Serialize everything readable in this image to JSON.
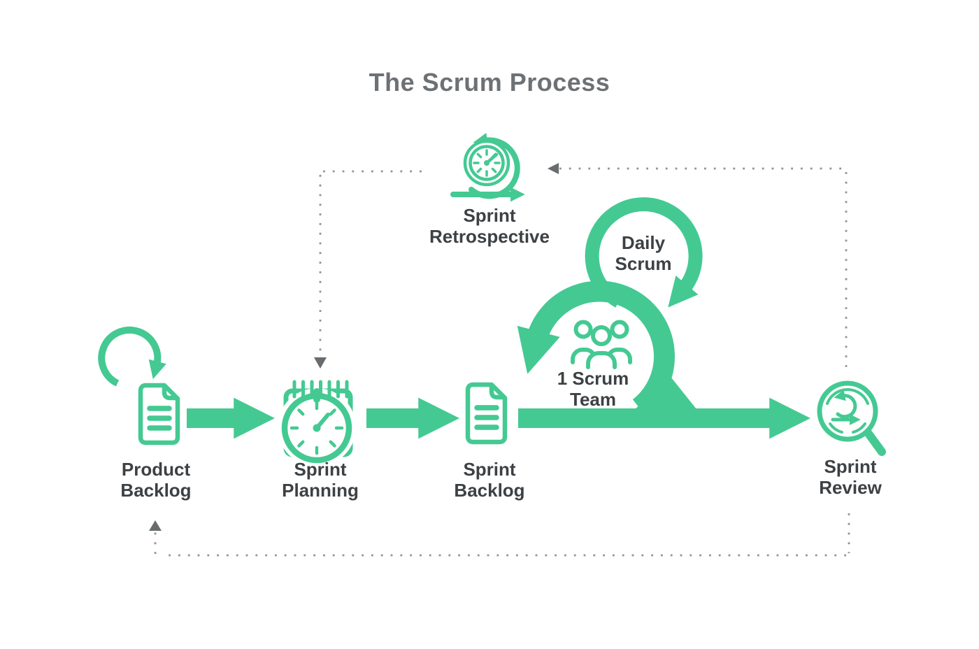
{
  "title": "The Scrum Process",
  "colors": {
    "green": "#44C992",
    "title_gray": "#6D7175",
    "label_dark": "#3D4144",
    "dotted_gray": "#909294",
    "dotted_arrow": "#686C6E"
  },
  "nodes": {
    "sprint_retrospective": {
      "label_line1": "Sprint",
      "label_line2": "Retrospective",
      "icon": "retrospective-clock-loop-icon"
    },
    "daily_scrum": {
      "label_line1": "Daily",
      "label_line2": "Scrum",
      "icon": "daily-cycle-arrow-icon"
    },
    "scrum_team": {
      "label_line1": "1 Scrum",
      "label_line2": "Team",
      "icon": "team-people-icon"
    },
    "product_backlog": {
      "label_line1": "Product",
      "label_line2": "Backlog",
      "icon": "document-icon"
    },
    "sprint_planning": {
      "label_line1": "Sprint",
      "label_line2": "Planning",
      "icon": "calendar-stopwatch-icon"
    },
    "sprint_backlog": {
      "label_line1": "Sprint",
      "label_line2": "Backlog",
      "icon": "document-icon"
    },
    "sprint_review": {
      "label_line1": "Sprint",
      "label_line2": "Review",
      "icon": "magnifier-sprint-icon"
    }
  }
}
